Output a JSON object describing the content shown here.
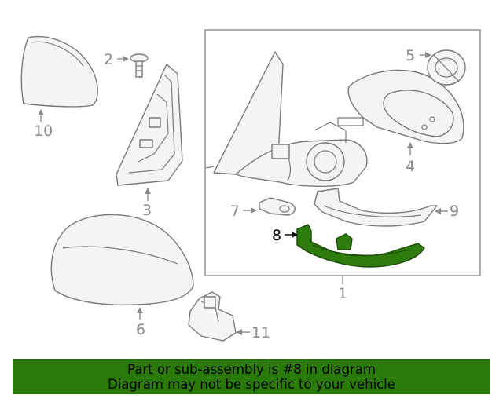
{
  "callouts": {
    "c1": "1",
    "c2": "2",
    "c3": "3",
    "c4": "4",
    "c5": "5",
    "c6": "6",
    "c7": "7",
    "c8": "8",
    "c9": "9",
    "c10": "10",
    "c11": "11"
  },
  "highlight": {
    "color": "#2a7a0a",
    "part": "8"
  },
  "banner": {
    "line1": "Part or sub-assembly is #8 in diagram",
    "line2": "Diagram may not be specific to your vehicle",
    "background": "#2a7a0a"
  }
}
